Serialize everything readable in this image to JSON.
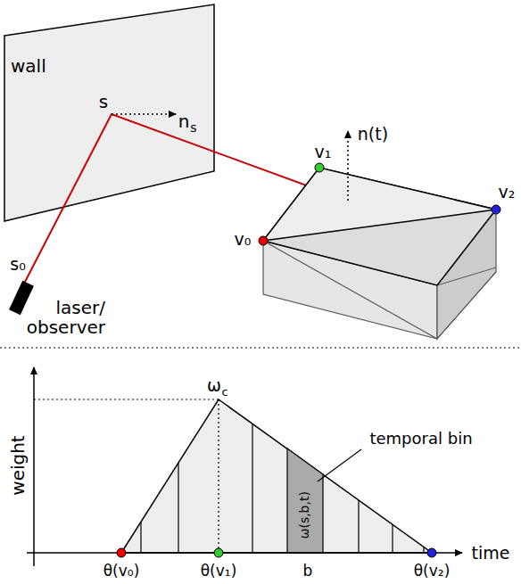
{
  "diagram": {
    "nodes": [
      {
        "text": [
          "wall"
        ]
      }
    ],
    "labels": [
      "s",
      "n",
      "s",
      "n(t)",
      "v₁",
      "v₀",
      "v₂",
      "s₀",
      "laser/ observer",
      "weight",
      "time",
      "ω",
      "c",
      "temporal bin",
      "ω(s,b,t)",
      "θ(v₀)",
      "θ(v₁)",
      "b",
      "θ(v₂)"
    ]
  }
}
